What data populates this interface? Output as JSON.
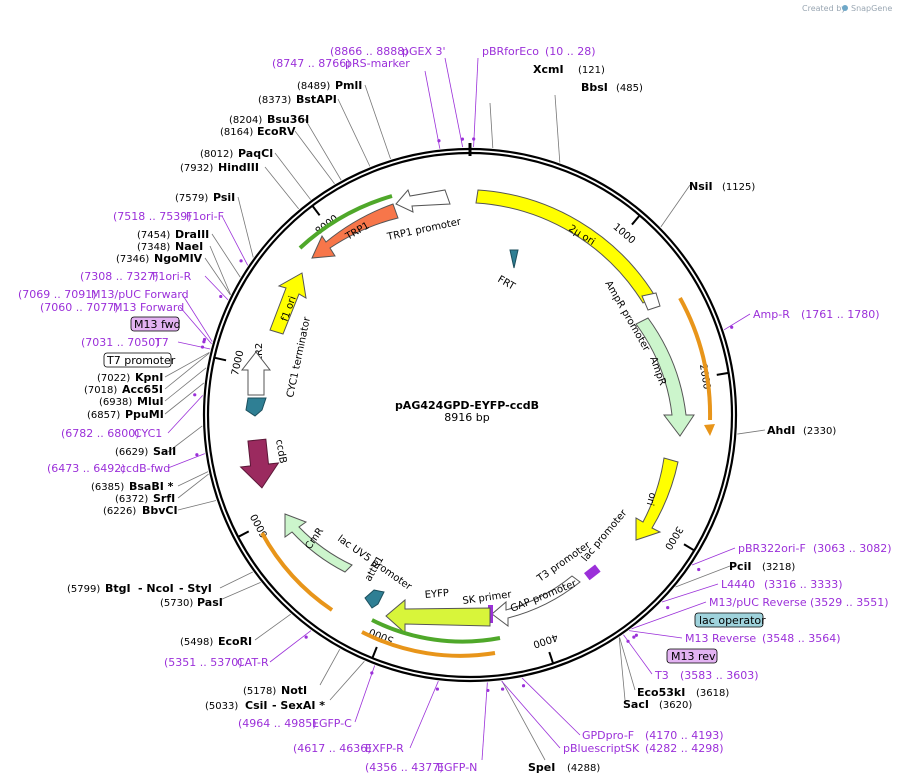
{
  "credit": "Created by",
  "brand": "SnapGene",
  "map": {
    "name": "pAG424GPD-EYFP-ccdB",
    "length_label": "8916 bp",
    "ticks": [
      "1000",
      "2000",
      "3000",
      "4000",
      "5000",
      "6000",
      "7000",
      "8000"
    ]
  },
  "enzymes": [
    {
      "name": "XcmI",
      "pos": "(121)"
    },
    {
      "name": "BbsI",
      "pos": "(485)"
    },
    {
      "name": "NsiI",
      "pos": "(1125)"
    },
    {
      "name": "AhdI",
      "pos": "(2330)"
    },
    {
      "name": "PciI",
      "pos": "(3218)"
    },
    {
      "name": "Eco53kI",
      "pos": "(3618)"
    },
    {
      "name": "SacI",
      "pos": "(3620)"
    },
    {
      "name": "SpeI",
      "pos": "(4288)"
    },
    {
      "name": "NotI",
      "pos": "(5178)"
    },
    {
      "name": "CsiI",
      "pos": "(5033)",
      "name2": "- SexAI *"
    },
    {
      "name": "EcoRI",
      "pos": "(5498)"
    },
    {
      "name": "BtgI",
      "pos": "(5799)",
      "name2": "- NcoI",
      "name3": "- StyI"
    },
    {
      "name": "PasI",
      "pos": "(5730)"
    },
    {
      "name": "BbvCI",
      "pos": "(6226)"
    },
    {
      "name": "SrfI",
      "pos": "(6372)"
    },
    {
      "name": "BsaBI *",
      "pos": "(6385)"
    },
    {
      "name": "SalI",
      "pos": "(6629)"
    },
    {
      "name": "PpuMI",
      "pos": "(6857)"
    },
    {
      "name": "MluI",
      "pos": "(6938)"
    },
    {
      "name": "Acc65I",
      "pos": "(7018)"
    },
    {
      "name": "KpnI",
      "pos": "(7022)"
    },
    {
      "name": "NgoMIV",
      "pos": "(7346)"
    },
    {
      "name": "NaeI",
      "pos": "(7348)"
    },
    {
      "name": "DraIII",
      "pos": "(7454)"
    },
    {
      "name": "PsiI",
      "pos": "(7579)"
    },
    {
      "name": "HindIII",
      "pos": "(7932)"
    },
    {
      "name": "PaqCI",
      "pos": "(8012)"
    },
    {
      "name": "EcoRV",
      "pos": "(8164)"
    },
    {
      "name": "Bsu36I",
      "pos": "(8204)"
    },
    {
      "name": "BstAPI",
      "pos": "(8373)"
    },
    {
      "name": "PmlI",
      "pos": "(8489)"
    }
  ],
  "primers": [
    {
      "name": "pGEX 3'",
      "range": "(8866 .. 8888)"
    },
    {
      "name": "pRS-marker",
      "range": "(8747 .. 8766)"
    },
    {
      "name": "pBRforEco",
      "range": "(10 .. 28)"
    },
    {
      "name": "Amp-R",
      "range": "(1761 .. 1780)"
    },
    {
      "name": "pBR322ori-F",
      "range": "(3063 .. 3082)"
    },
    {
      "name": "L4440",
      "range": "(3316 .. 3333)"
    },
    {
      "name": "M13/pUC Reverse",
      "range": "(3529 .. 3551)"
    },
    {
      "name": "M13 Reverse",
      "range": "(3548 .. 3564)"
    },
    {
      "name": "T3",
      "range": "(3583 .. 3603)"
    },
    {
      "name": "GPDpro-F",
      "range": "(4170 .. 4193)"
    },
    {
      "name": "pBluescriptSK",
      "range": "(4282 .. 4298)"
    },
    {
      "name": "EGFP-N",
      "range": "(4356 .. 4377)"
    },
    {
      "name": "EXFP-R",
      "range": "(4617 .. 4636)"
    },
    {
      "name": "EGFP-C",
      "range": "(4964 .. 4985)"
    },
    {
      "name": "CAT-R",
      "range": "(5351 .. 5370)"
    },
    {
      "name": "ccdB-fwd",
      "range": "(6473 .. 6492)"
    },
    {
      "name": "CYC1",
      "range": "(6782 .. 6800)"
    },
    {
      "name": "T7",
      "range": "(7031 .. 7050)"
    },
    {
      "name": "M13 Forward",
      "range": "(7060 .. 7077)"
    },
    {
      "name": "M13/pUC Forward",
      "range": "(7069 .. 7091)"
    },
    {
      "name": "F1ori-R",
      "range": "(7308 .. 7327)"
    },
    {
      "name": "F1ori-F",
      "range": "(7518 .. 7539)"
    }
  ],
  "boxed_labels": {
    "lac_operator": "lac operator",
    "m13_rev": "M13 rev",
    "m13_fwd": "M13 fwd",
    "t7_promoter": "T7 promoter"
  },
  "features": {
    "two_micron_ori": "2µ ori",
    "frt": "FRT",
    "ampr_promoter": "AmpR promoter",
    "ampr": "AmpR",
    "ori": "ori",
    "lac_promoter": "lac promoter",
    "t3_promoter": "T3 promoter",
    "gap_promoter": "GAP promoter",
    "sk_primer": "SK primer",
    "eyfp": "EYFP",
    "attr1": "attR1",
    "lac_uv5_promoter": "lac UV5 promoter",
    "cmr": "CmR",
    "ccdb": "ccdB",
    "attr2": "attR2",
    "cyc1_terminator": "CYC1 terminator",
    "f1_ori": "f1 ori",
    "trp1": "TRP1",
    "trp1_promoter": "TRP1 promoter"
  },
  "colors": {
    "backbone": "#000000",
    "primer": "#9b30d9",
    "ori": "#ffff00",
    "ampr": "#ccf5cc",
    "eyfp": "#d8f53a",
    "trp1": "#f7764a",
    "ccdb": "#9b2a5f",
    "attr": "#2f7f94",
    "orange_arc": "#e8951a",
    "green_arc": "#4fa82a",
    "lac_operator_fill": "#9fd3dc",
    "m13_box_fill": "#e3b3f2"
  }
}
